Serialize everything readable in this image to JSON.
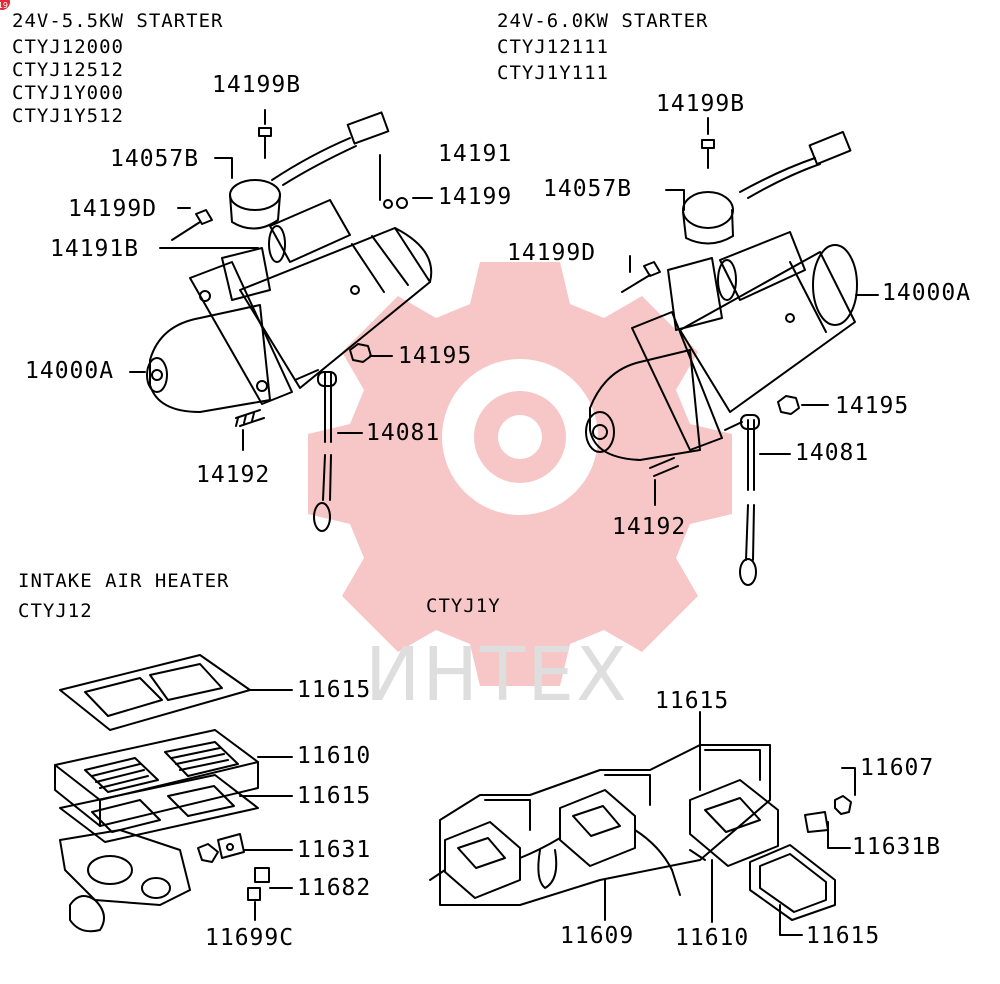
{
  "watermark": {
    "text": "ИНТЕХ",
    "gear_color": "#f7c6c6",
    "text_color": "#dedede"
  },
  "badge": {
    "text": "19",
    "color": "#e0293a"
  },
  "headers": {
    "starter_55": {
      "title": "24V-5.5KW STARTER",
      "codes": [
        "CTYJ12000",
        "CTYJ12512",
        "CTYJ1Y000",
        "CTYJ1Y512"
      ]
    },
    "starter_60": {
      "title": "24V-6.0KW STARTER",
      "codes": [
        "CTYJ12111",
        "CTYJ1Y111"
      ]
    },
    "heater_12": {
      "title": "INTAKE AIR HEATER",
      "codes": [
        "CTYJ12"
      ]
    },
    "heater_1y": {
      "codes": [
        "CTYJ1Y"
      ]
    }
  },
  "parts_left_starter": {
    "p14199B": "14199B",
    "p14057B": "14057B",
    "p14199D": "14199D",
    "p14191B": "14191B",
    "p14191": "14191",
    "p14199": "14199",
    "p14000A": "14000A",
    "p14195": "14195",
    "p14081": "14081",
    "p14192": "14192"
  },
  "parts_right_starter": {
    "p14199B": "14199B",
    "p14057B": "14057B",
    "p14199D": "14199D",
    "p14000A": "14000A",
    "p14195": "14195",
    "p14081": "14081",
    "p14192": "14192"
  },
  "parts_left_heater": {
    "p11615a": "11615",
    "p11610": "11610",
    "p11615b": "11615",
    "p11631": "11631",
    "p11682": "11682",
    "p11699C": "11699C"
  },
  "parts_right_heater": {
    "p11615a": "11615",
    "p11607": "11607",
    "p11631B": "11631B",
    "p11609": "11609",
    "p11610": "11610",
    "p11615b": "11615"
  }
}
